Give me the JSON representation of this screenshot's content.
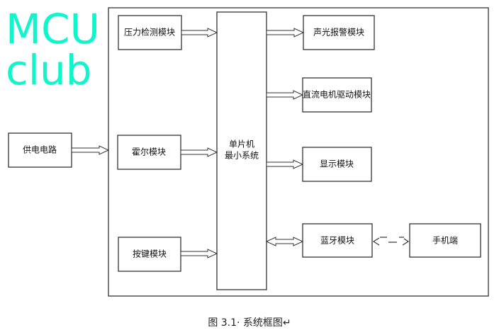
{
  "watermark": "MCUclub",
  "blocks": {
    "pressure": "压力检测模块",
    "hall": "霍尔模块",
    "keys": "按键模块",
    "power": "供电电路",
    "mcu_line1": "单片机",
    "mcu_line2": "最小系统",
    "alarm": "声光报警模块",
    "motor": "直流电机驱动模块",
    "display": "显示模块",
    "bluetooth": "蓝牙模块",
    "phone": "手机端"
  },
  "caption": "图 3.1· 系统框图↵"
}
